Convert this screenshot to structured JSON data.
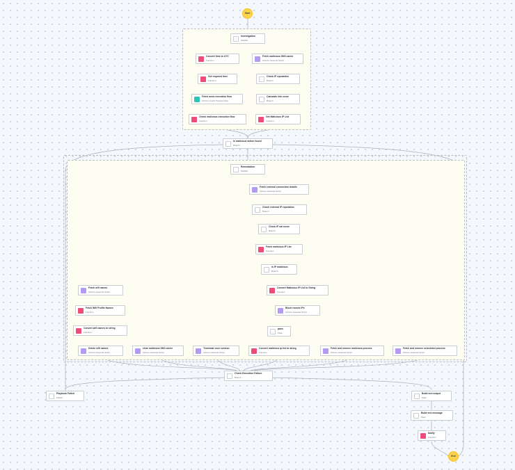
{
  "start": "Start",
  "end": "End",
  "nodes": {
    "investigation": {
      "title": "Investigation",
      "sub": "Parallel"
    },
    "convert_utc": {
      "title": "Convert time to UTC",
      "sub": "Function"
    },
    "fetch_dns": {
      "title": "Fetch malicious DNS cache",
      "sub": "Actions: Execute Script"
    },
    "get_required_time": {
      "title": "Get required time",
      "sub": "Function"
    },
    "check_ip_rep": {
      "title": "Check IP reputation",
      "sub": "Branch"
    },
    "fetch_wmi": {
      "title": "Fetch wmic execution flow",
      "sub": "Actions: Fetch Process Flow"
    },
    "calc_risk": {
      "title": "Calculate risk score",
      "sub": "Branch"
    },
    "check_malicious_flow": {
      "title": "Check malicious execution flow",
      "sub": "Function"
    },
    "get_malicious_ip_list": {
      "title": "Get Malicious IP List",
      "sub": "Function"
    },
    "is_malicious_found": {
      "title": "Is malicious action found",
      "sub": "Branch"
    },
    "remediation": {
      "title": "Remediation",
      "sub": "Parallel"
    },
    "fetch_ext_conn": {
      "title": "Fetch external connection details",
      "sub": "Actions: Execute Script"
    },
    "check_ext_ip_rep": {
      "title": "Check external IP reputation",
      "sub": "Branch"
    },
    "check_ip_val": {
      "title": "Check IP val score",
      "sub": "Branch"
    },
    "fetch_malicious_ip_list": {
      "title": "Fetch malicious IP List",
      "sub": "Function"
    },
    "is_ip_malicious": {
      "title": "Is IP malicious",
      "sub": "Branch"
    },
    "fetch_wifi": {
      "title": "Fetch wifi names",
      "sub": "Actions: Execute Script"
    },
    "convert_ip_list": {
      "title": "Convert Malicious IP List to String",
      "sub": "Function"
    },
    "fetch_wifi_profile": {
      "title": "Fetch Wifi Profile Names",
      "sub": "Function"
    },
    "block_remote": {
      "title": "Block remote IPs",
      "sub": "Actions: Execute Script"
    },
    "convert_wifi_string": {
      "title": "Convert wifi names to string",
      "sub": "Function"
    },
    "pass_node": {
      "title": "pass",
      "sub": "Pass"
    },
    "delete_wifi": {
      "title": "Delete wifi names",
      "sub": "Actions: Execute Script"
    },
    "clear_dns": {
      "title": "clear malicious DNS cache",
      "sub": "Actions: Execute Script"
    },
    "terminate_session": {
      "title": "Terminate user session",
      "sub": "Actions: Execute Script"
    },
    "convert_ip_list_str": {
      "title": "Convert malicious ip list to string",
      "sub": "Function"
    },
    "fetch_remove_proc": {
      "title": "Fetch and remove malicious process",
      "sub": "Actions: Execute Script"
    },
    "fetch_remove_sched": {
      "title": "Fetch and remove scheduled process",
      "sub": "Actions: Execute Script"
    },
    "check_exec_failure": {
      "title": "Check Execution Failure",
      "sub": "Branch"
    },
    "playbook_failed": {
      "title": "Playbook Failed",
      "sub": "Failure"
    },
    "build_output": {
      "title": "Build end output",
      "sub": "Pass"
    },
    "build_message": {
      "title": "Build end message",
      "sub": "Pass"
    },
    "notify": {
      "title": "Notify",
      "sub": "Function"
    }
  },
  "colors": {
    "function": "#ee4d7a",
    "action": "#b39af2",
    "teal": "#2ec4b6",
    "terminal": "#fcd34d",
    "edge": "#a9afb8"
  }
}
